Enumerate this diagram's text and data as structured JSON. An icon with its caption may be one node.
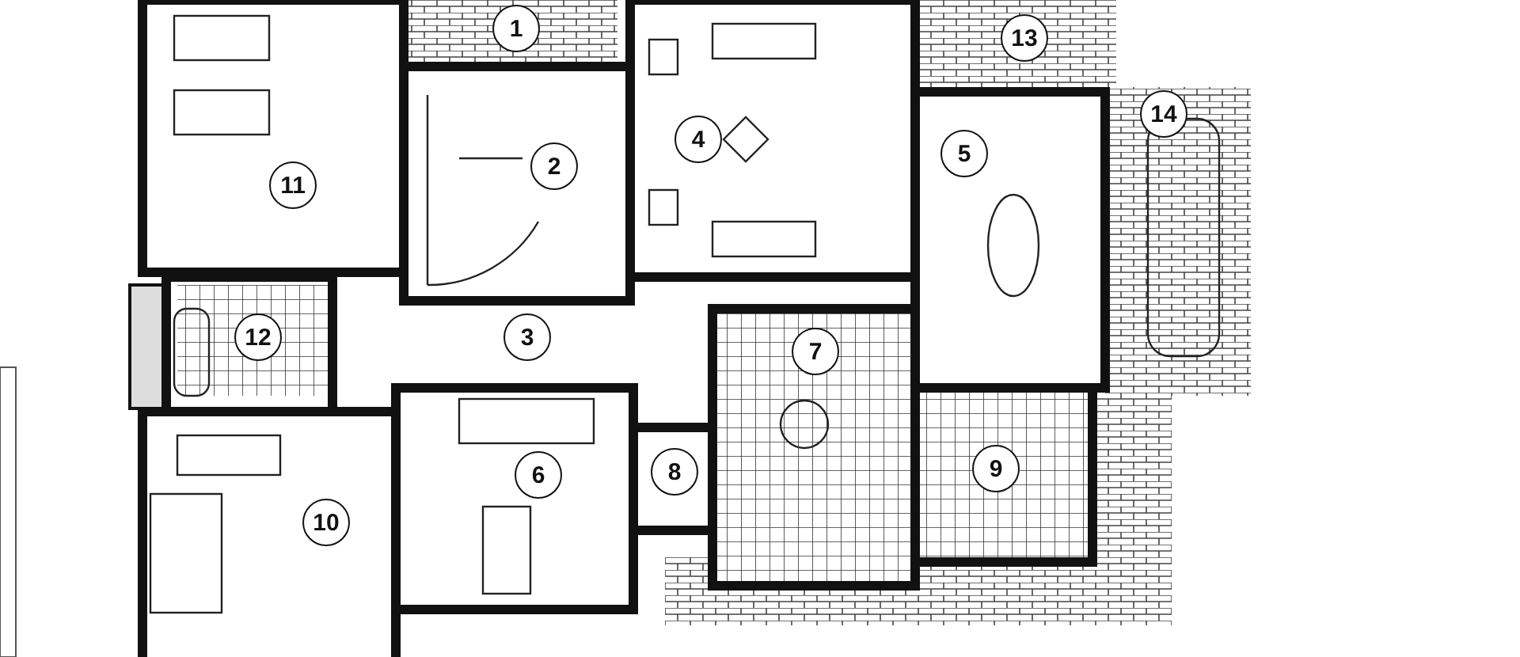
{
  "diagram": {
    "nodes": [
      {
        "text": [
          "1"
        ]
      },
      {
        "text": [
          "2"
        ]
      },
      {
        "text": [
          "3"
        ]
      },
      {
        "text": [
          "4"
        ]
      },
      {
        "text": [
          "5"
        ]
      },
      {
        "text": [
          "6"
        ]
      },
      {
        "text": [
          "7"
        ]
      },
      {
        "text": [
          "8"
        ]
      },
      {
        "text": [
          "9"
        ]
      },
      {
        "text": [
          "10"
        ]
      },
      {
        "text": [
          "11"
        ]
      },
      {
        "text": [
          "12"
        ]
      },
      {
        "text": [
          "13"
        ]
      },
      {
        "text": [
          "14"
        ]
      }
    ]
  }
}
